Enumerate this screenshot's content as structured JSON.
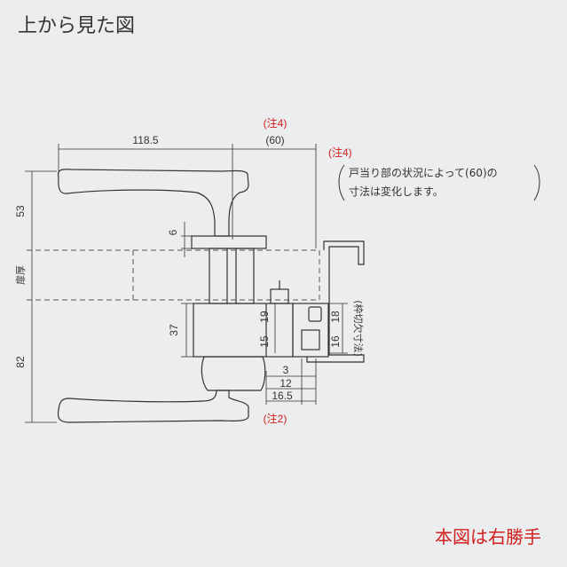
{
  "title": "上から見た図",
  "footer_note": "本図は右勝手",
  "notes": {
    "note4_label_top": "(注4)",
    "note4_dim": "(60)",
    "note4_label_side": "(注4)",
    "note4_text_line1": "戸当り部の状況によって(60)の",
    "note4_text_line2": "寸法は変化します。",
    "note2_label": "(注2)"
  },
  "dimensions": {
    "handle_length": "118.5",
    "upper_offset": "53",
    "door_thickness": "扉厚",
    "lower_offset": "82",
    "rose_thickness": "6",
    "body_depth": "37",
    "d19": "19",
    "d15": "15",
    "d18": "18",
    "d16": "16",
    "frame_dim": "(枠切欠寸法)",
    "d3": "3",
    "d12": "12",
    "d16_5": "16.5"
  },
  "colors": {
    "line": "#333333",
    "accent": "#d2201e",
    "background": "#ecedef"
  }
}
